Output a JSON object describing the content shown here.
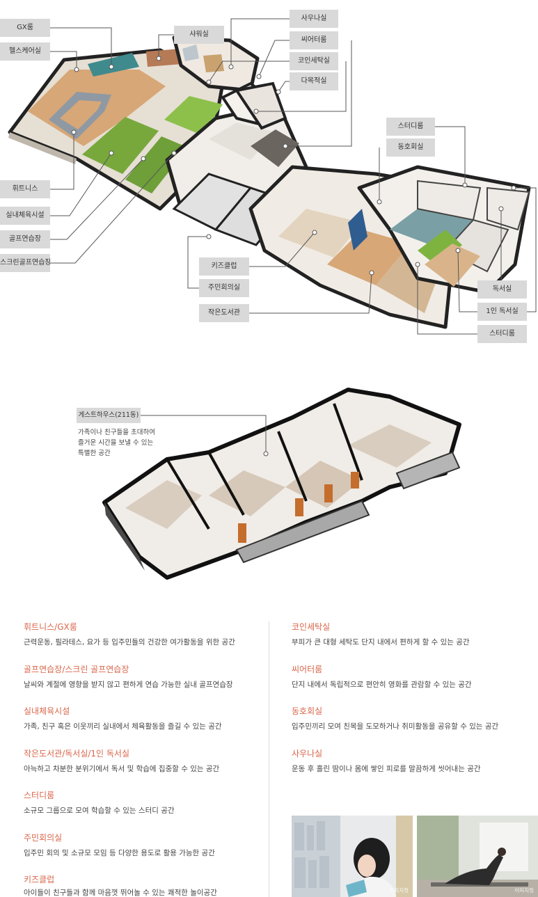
{
  "floorplan_labels": {
    "gx": "GX룸",
    "healthcare": "헬스케어실",
    "shower": "샤워실",
    "sauna": "사우나실",
    "theater": "씨어터룸",
    "laundry": "코인세탁실",
    "multipurpose": "다목적실",
    "study_top": "스터디룸",
    "club": "동호회실",
    "fitness": "휘트니스",
    "indoor_sports": "실내체육시설",
    "golf": "골프연습장",
    "screen_golf": "스크린골프연습장",
    "kids": "키즈클럽",
    "meeting": "주민회의실",
    "library": "작은도서관",
    "reading": "독서실",
    "single_reading": "1인 독서실",
    "study_bottom": "스터디룸"
  },
  "guest_house": {
    "label": "게스트하우스(211동)",
    "description": "가족이나 친구들을 초대하여\n즐거운 시간을 보낼 수 있는\n특별한 공간"
  },
  "descriptions_left": [
    {
      "title": "휘트니스/GX룸",
      "text": "근력운동, 필라테스, 요가 등 입주민들의 건강한 여가활동을 위한 공간"
    },
    {
      "title": "골프연습장/스크린 골프연습장",
      "text": "날씨와 계절에 영향을 받지 않고 편하게 연습 가능한 실내 골프연습장"
    },
    {
      "title": "실내체육시설",
      "text": "가족, 친구 혹은 이웃끼리 실내에서 체육활동을 즐길 수 있는 공간"
    },
    {
      "title": "작은도서관/독서실/1인 독서실",
      "text": "아늑하고 차분한 분위기에서 독서 및 학습에 집중할 수 있는 공간"
    },
    {
      "title": "스터디룸",
      "text": "소규모 그룹으로 모여 학습할 수 있는 스터디 공간"
    },
    {
      "title": "주민회의실",
      "text": "입주민 회의 및 소규모 모임 등 다양한 용도로 활용 가능한 공간"
    },
    {
      "title": "키즈클럽",
      "text": "아이들이 친구들과 함께 마음껏 뛰어놀 수 있는 쾌적한 놀이공간"
    }
  ],
  "descriptions_right": [
    {
      "title": "코인세탁실",
      "text": "부피가 큰 대형 세탁도 단지 내에서 편하게 할 수 있는 공간"
    },
    {
      "title": "씨어터룸",
      "text": "단지 내에서 독립적으로 편안히 영화를 관람할 수 있는 공간"
    },
    {
      "title": "동호회실",
      "text": "입주민끼리 모여 친목을 도모하거나 취미활동을 공유할 수 있는 공간"
    },
    {
      "title": "사우나실",
      "text": "운동 후 흘린 땀이나 몸에 쌓인 피로를 말끔하게 씻어내는 공간"
    }
  ],
  "photos": [
    {
      "caption": "이미지컷",
      "subject": "girl-reading-photo"
    },
    {
      "caption": "이미지컷",
      "subject": "woman-yoga-photo"
    }
  ]
}
